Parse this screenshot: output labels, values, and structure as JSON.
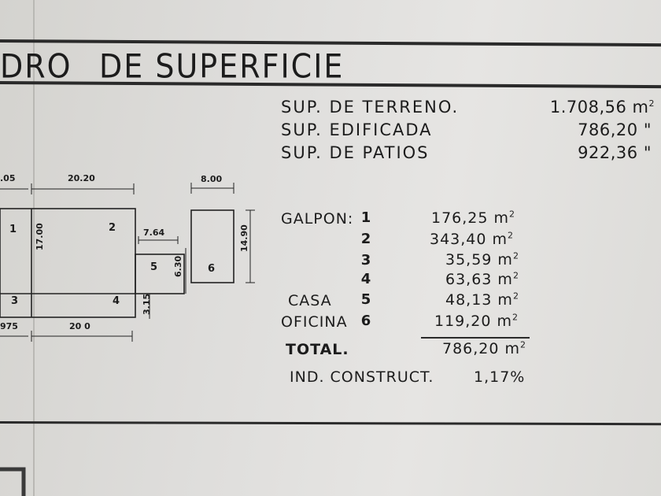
{
  "header": {
    "title_partial": "DRO",
    "title_main": "DE SUPERFICIE"
  },
  "summary": [
    {
      "label": "SUP. DE TERRENO.",
      "value": "1.708,56 m",
      "sup": "2"
    },
    {
      "label": "SUP. EDIFICADA",
      "value": "786,20 \"",
      "sup": ""
    },
    {
      "label": "SUP. DE PATIOS",
      "value": "922,36 \"",
      "sup": ""
    }
  ],
  "plan": {
    "dims": {
      "left_top": ".05",
      "top_main": "20.20",
      "top_small": "8.00",
      "right_upper": "7.64",
      "vertical_main": "17.00",
      "vertical_small": "14.90",
      "vertical_mid": "6.30",
      "vertical_low": "3.15",
      "bottom_left": "975",
      "bottom_main": "20 0"
    },
    "rooms": {
      "r1": "1",
      "r2": "2",
      "r3": "3",
      "r4": "4",
      "r5": "5",
      "r6": "6"
    }
  },
  "table": {
    "rows": [
      {
        "name": "GALPON:",
        "num": "1",
        "area": "176,25 m",
        "sup": "2"
      },
      {
        "name": "",
        "num": "2",
        "area": "343,40 m",
        "sup": "2"
      },
      {
        "name": "",
        "num": "3",
        "area": "35,59 m",
        "sup": "2"
      },
      {
        "name": "",
        "num": "4",
        "area": "63,63 m",
        "sup": "2"
      },
      {
        "name": "CASA",
        "num": "5",
        "area": "48,13 m",
        "sup": "2"
      },
      {
        "name": "OFICINA",
        "num": "6",
        "area": "119,20 m",
        "sup": "2"
      }
    ],
    "total_label": "TOTAL.",
    "total_value": "786,20 m",
    "total_sup": "2",
    "index_label": "IND. CONSTRUCT.",
    "index_value": "1,17%"
  }
}
